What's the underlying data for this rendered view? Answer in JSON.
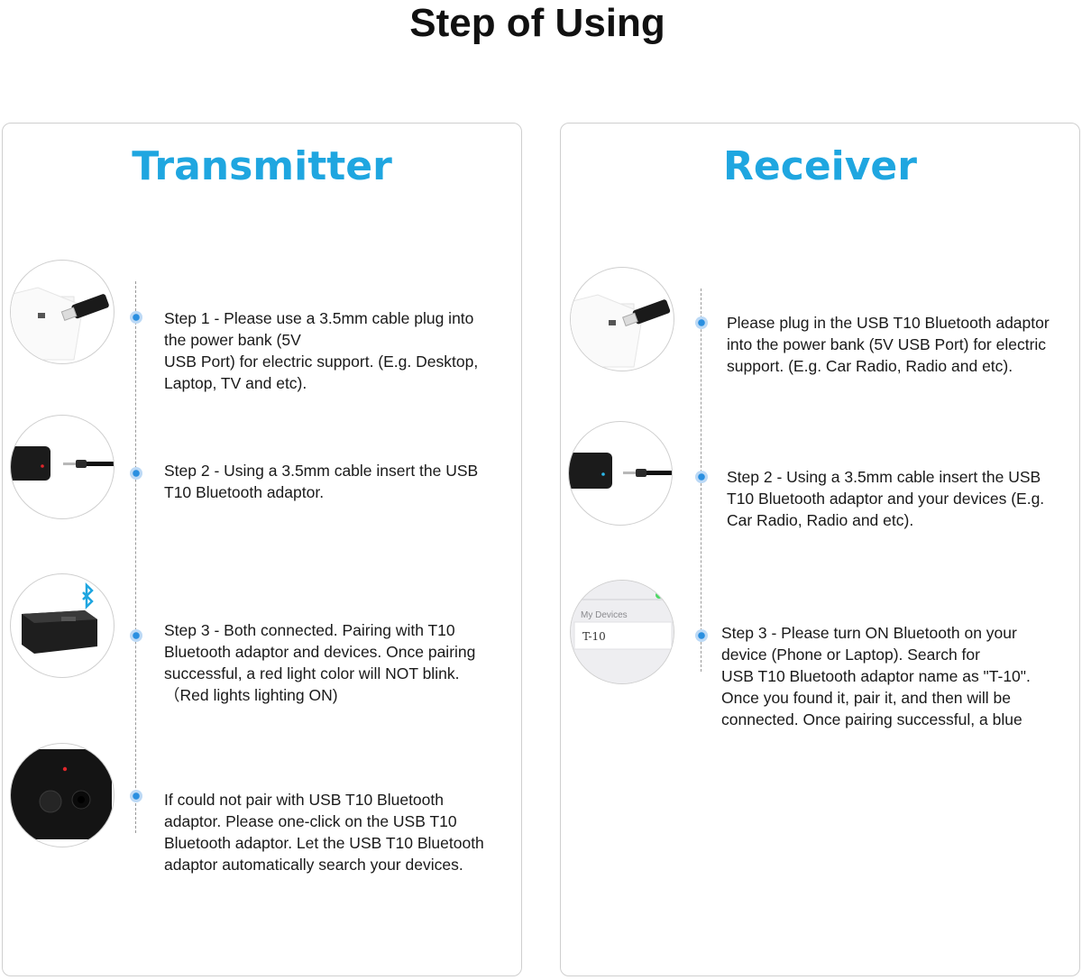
{
  "page": {
    "title": "Step of Using"
  },
  "transmitter": {
    "title": "Transmitter",
    "steps": [
      {
        "icon": "usb-adapter-power-bank-icon",
        "text": "Step 1 - Please use a 3.5mm cable plug into\nthe power bank  (5V\nUSB Port) for electric support.  (E.g. Desktop,\nLaptop, TV and etc)."
      },
      {
        "icon": "adapter-audio-cable-icon",
        "text": "Step 2 - Using a 3.5mm cable insert the USB\nT10 Bluetooth adaptor."
      },
      {
        "icon": "bluetooth-speaker-icon",
        "text": "Step 3 - Both connected. Pairing with T10\nBluetooth adaptor and devices. Once pairing\nsuccessful, a red light color will NOT blink.\n（Red lights lighting ON)"
      },
      {
        "icon": "adapter-button-closeup-icon",
        "text": "If could not pair with USB T10 Bluetooth\nadaptor. Please one-click on the USB T10\nBluetooth adaptor. Let the USB T10 Bluetooth\nadaptor automatically search your devices."
      }
    ]
  },
  "receiver": {
    "title": "Receiver",
    "steps": [
      {
        "icon": "usb-adapter-power-bank-icon",
        "text": "Please plug in the USB T10 Bluetooth adaptor\ninto the power bank (5V USB Port) for electric\nsupport. (E.g. Car Radio, Radio and etc)."
      },
      {
        "icon": "adapter-audio-cable-icon",
        "text": "Step 2 - Using a 3.5mm cable insert the USB\nT10 Bluetooth adaptor and your devices (E.g.\nCar Radio, Radio and etc)."
      },
      {
        "icon": "phone-bluetooth-devices-icon",
        "text": "Step 3 - Please turn ON Bluetooth on your\ndevice (Phone or Laptop). Search for\nUSB T10 Bluetooth adaptor name as \"T-10\".\nOnce you found it, pair it, and then will be\nconnected. Once pairing successful, a blue"
      }
    ],
    "phone_screen": {
      "section_label": "My Devices",
      "device_name": "T-10"
    }
  },
  "colors": {
    "accent": "#1fa6e0",
    "dot": "#2a8fe0",
    "led_red": "#e0262b",
    "led_blue": "#2bb8e8"
  }
}
